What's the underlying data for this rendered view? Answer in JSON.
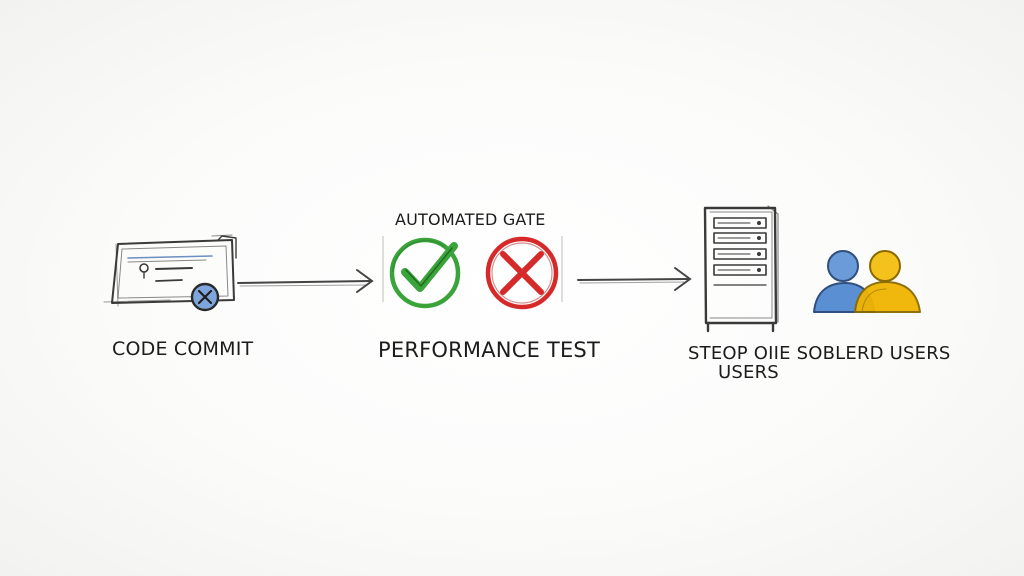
{
  "labels": {
    "code_commit": "CODE COMMIT",
    "automated_gate": "AUTOMATED GATE",
    "performance_test": "PERFORMANCE TEST",
    "users_line1": "STEOP OIIE SOBLERD USERS",
    "users_line2": "USERS"
  },
  "icons": {
    "commit": "code-commit-window-icon",
    "pass": "green-check-icon",
    "fail": "red-x-icon",
    "server": "server-rack-icon",
    "users": "users-group-icon"
  },
  "colors": {
    "ink": "#3a3a3a",
    "pass": "#3aa33a",
    "fail": "#d62a2a",
    "user_blue": "#4f86cf",
    "user_yellow": "#f0b400"
  }
}
